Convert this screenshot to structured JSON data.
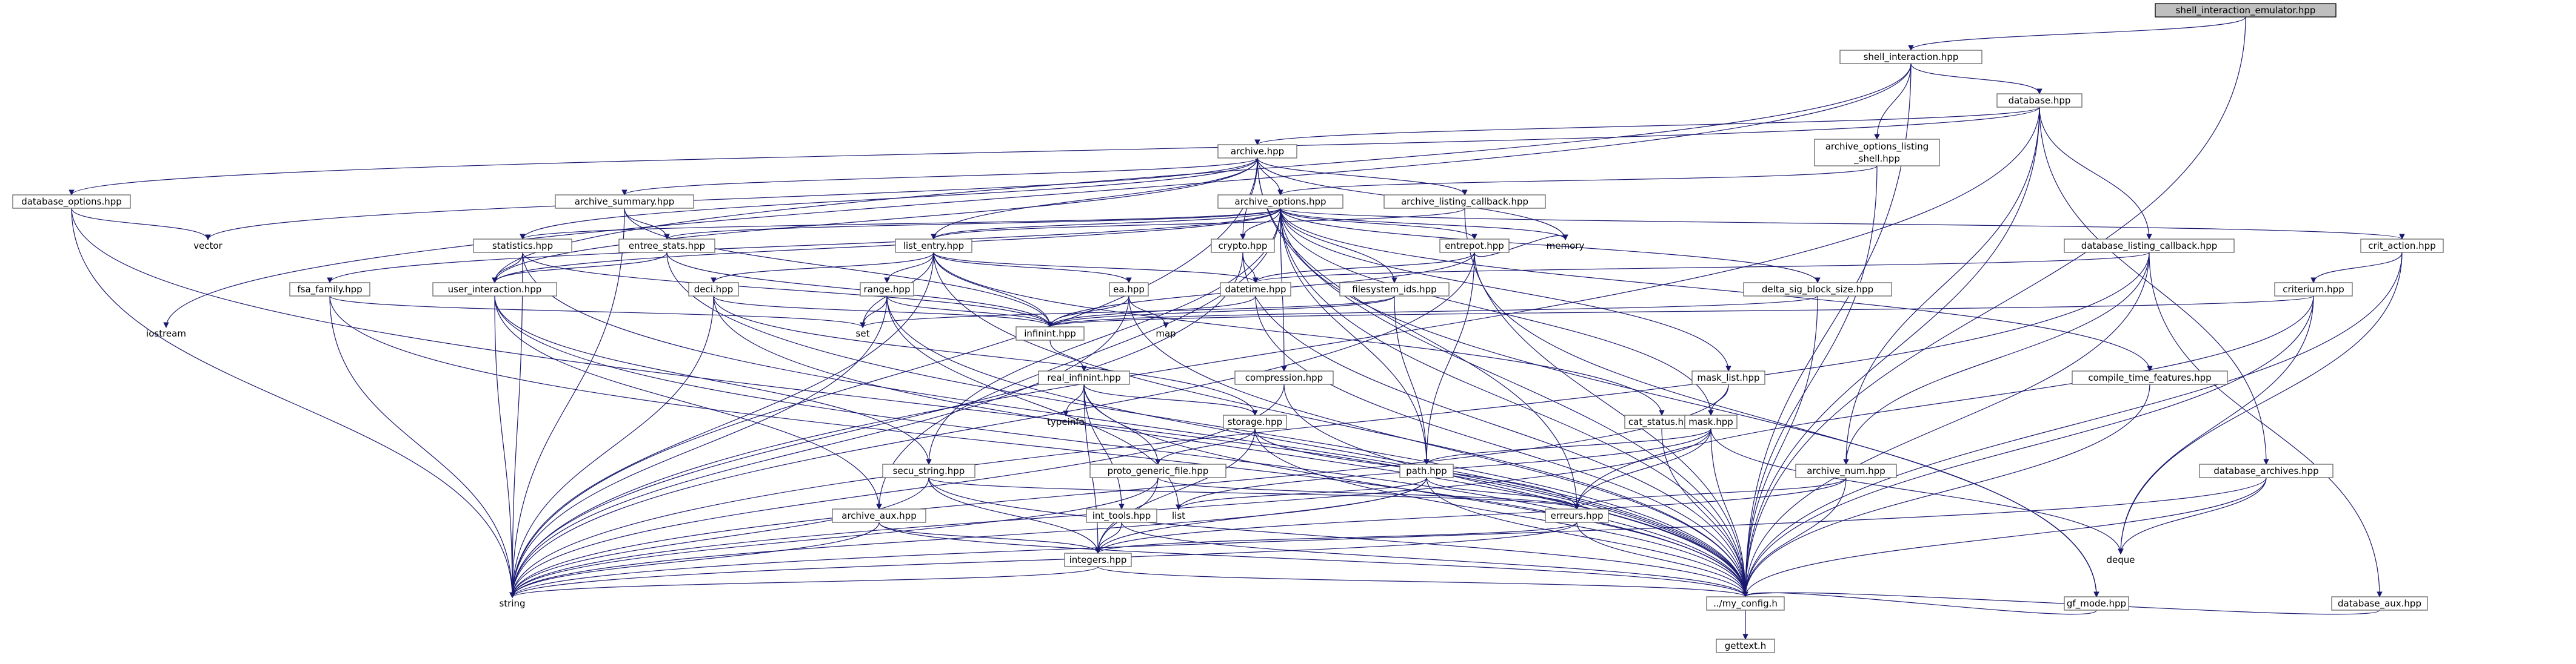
{
  "graph": {
    "root": "shell_interaction_emulator.hpp",
    "nodes": {
      "shell_interaction_emulator": "shell_interaction_emulator.hpp",
      "shell_interaction": "shell_interaction.hpp",
      "database": "database.hpp",
      "archive": "archive.hpp",
      "archive_options_listing_shell_1": "archive_options_listing",
      "archive_options_listing_shell_2": "_shell.hpp",
      "database_options": "database_options.hpp",
      "archive_summary": "archive_summary.hpp",
      "archive_options": "archive_options.hpp",
      "archive_listing_callback": "archive_listing_callback.hpp",
      "database_listing_callback": "database_listing_callback.hpp",
      "crit_action": "crit_action.hpp",
      "vector": "vector",
      "statistics": "statistics.hpp",
      "entree_stats": "entree_stats.hpp",
      "list_entry": "list_entry.hpp",
      "crypto": "crypto.hpp",
      "entrepot": "entrepot.hpp",
      "memory": "memory",
      "criterium": "criterium.hpp",
      "fsa_family": "fsa_family.hpp",
      "user_interaction": "user_interaction.hpp",
      "deci": "deci.hpp",
      "range": "range.hpp",
      "ea": "ea.hpp",
      "datetime": "datetime.hpp",
      "filesystem_ids": "filesystem_ids.hpp",
      "delta_sig_block_size": "delta_sig_block_size.hpp",
      "iostream": "iostream",
      "set": "set",
      "infinint": "infinint.hpp",
      "map": "map",
      "compression": "compression.hpp",
      "compile_time_features": "compile_time_features.hpp",
      "mask_list": "mask_list.hpp",
      "real_infinint": "real_infinint.hpp",
      "typeinfo": "typeinfo",
      "storage": "storage.hpp",
      "cat_status": "cat_status.hpp",
      "mask": "mask.hpp",
      "secu_string": "secu_string.hpp",
      "proto_generic_file": "proto_generic_file.hpp",
      "path": "path.hpp",
      "archive_num": "archive_num.hpp",
      "database_archives": "database_archives.hpp",
      "archive_aux": "archive_aux.hpp",
      "int_tools": "int_tools.hpp",
      "list": "list",
      "erreurs": "erreurs.hpp",
      "integers": "integers.hpp",
      "deque": "deque",
      "gf_mode": "gf_mode.hpp",
      "database_aux": "database_aux.hpp",
      "string": "string",
      "my_config": "../my_config.h",
      "gettext": "gettext.h"
    }
  }
}
